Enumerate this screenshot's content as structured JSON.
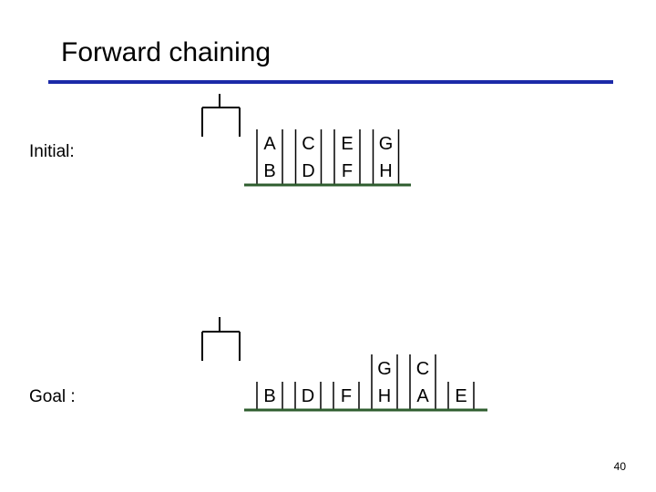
{
  "title": "Forward chaining",
  "rows": {
    "initial": {
      "label": "Initial:",
      "stacks": [
        [
          "B",
          "A"
        ],
        [
          "D",
          "C"
        ],
        [
          "F",
          "E"
        ],
        [
          "H",
          "G"
        ]
      ]
    },
    "goal": {
      "label": "Goal :",
      "stacks": [
        [
          "B"
        ],
        [
          "D"
        ],
        [
          "F"
        ],
        [
          "H",
          "G"
        ],
        [
          "A",
          "C"
        ],
        [
          "E"
        ]
      ]
    }
  },
  "page_number": "40",
  "colors": {
    "rule": "#1c2aa8",
    "line": "#000000"
  }
}
